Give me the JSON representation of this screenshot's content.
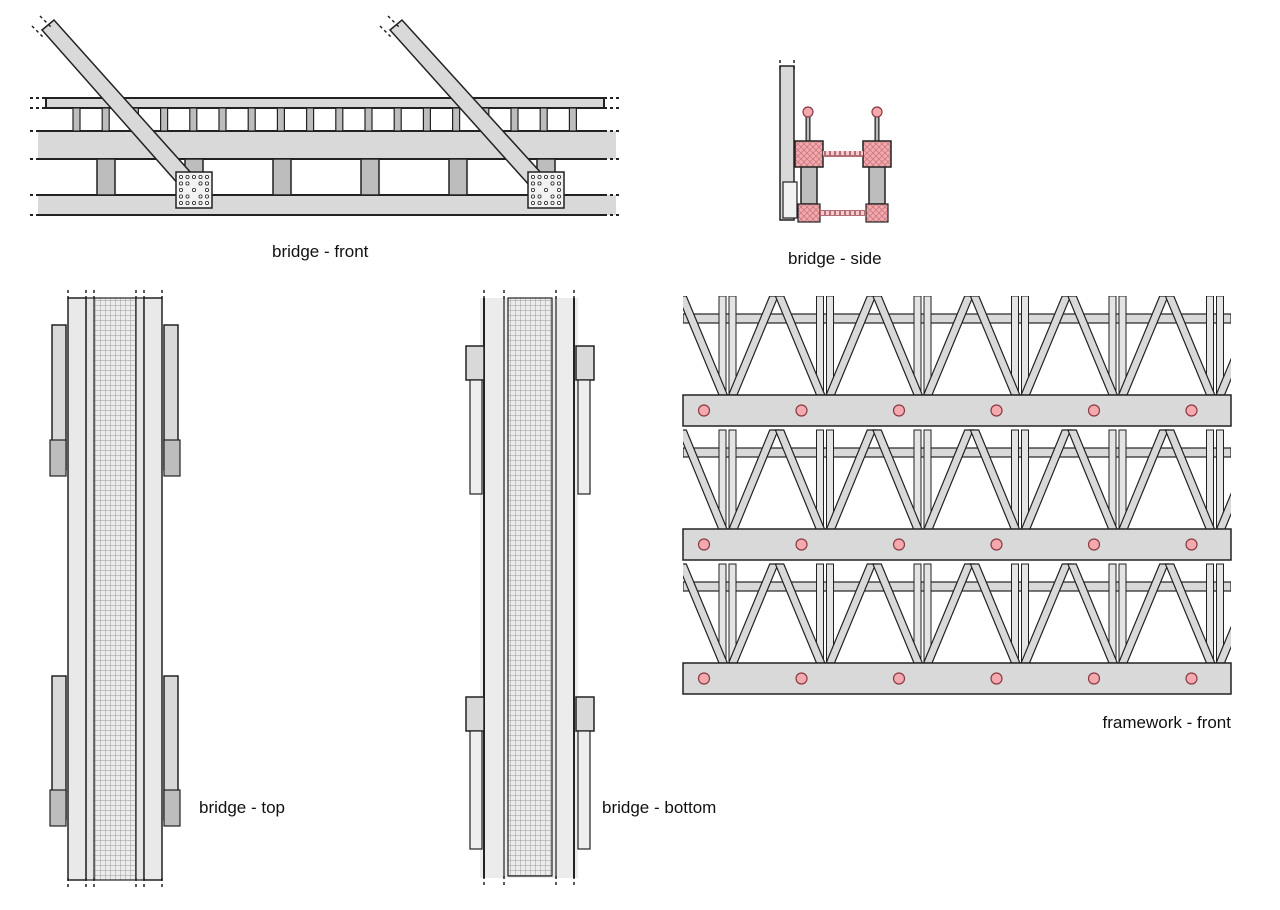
{
  "labels": {
    "bridge_front": "bridge - front",
    "bridge_side": "bridge - side",
    "bridge_top": "bridge - top",
    "bridge_bottom": "bridge - bottom",
    "framework_front": "framework - front"
  },
  "colors": {
    "steel_fill": "#d9d9d9",
    "post_fill": "#bdbdbd",
    "outline": "#222222",
    "pink_fill": "#f4a9ae",
    "pink_outline": "#8a3a40",
    "mesh_fill": "#e0e0e0",
    "plate_fill": "#f2f2f2"
  }
}
